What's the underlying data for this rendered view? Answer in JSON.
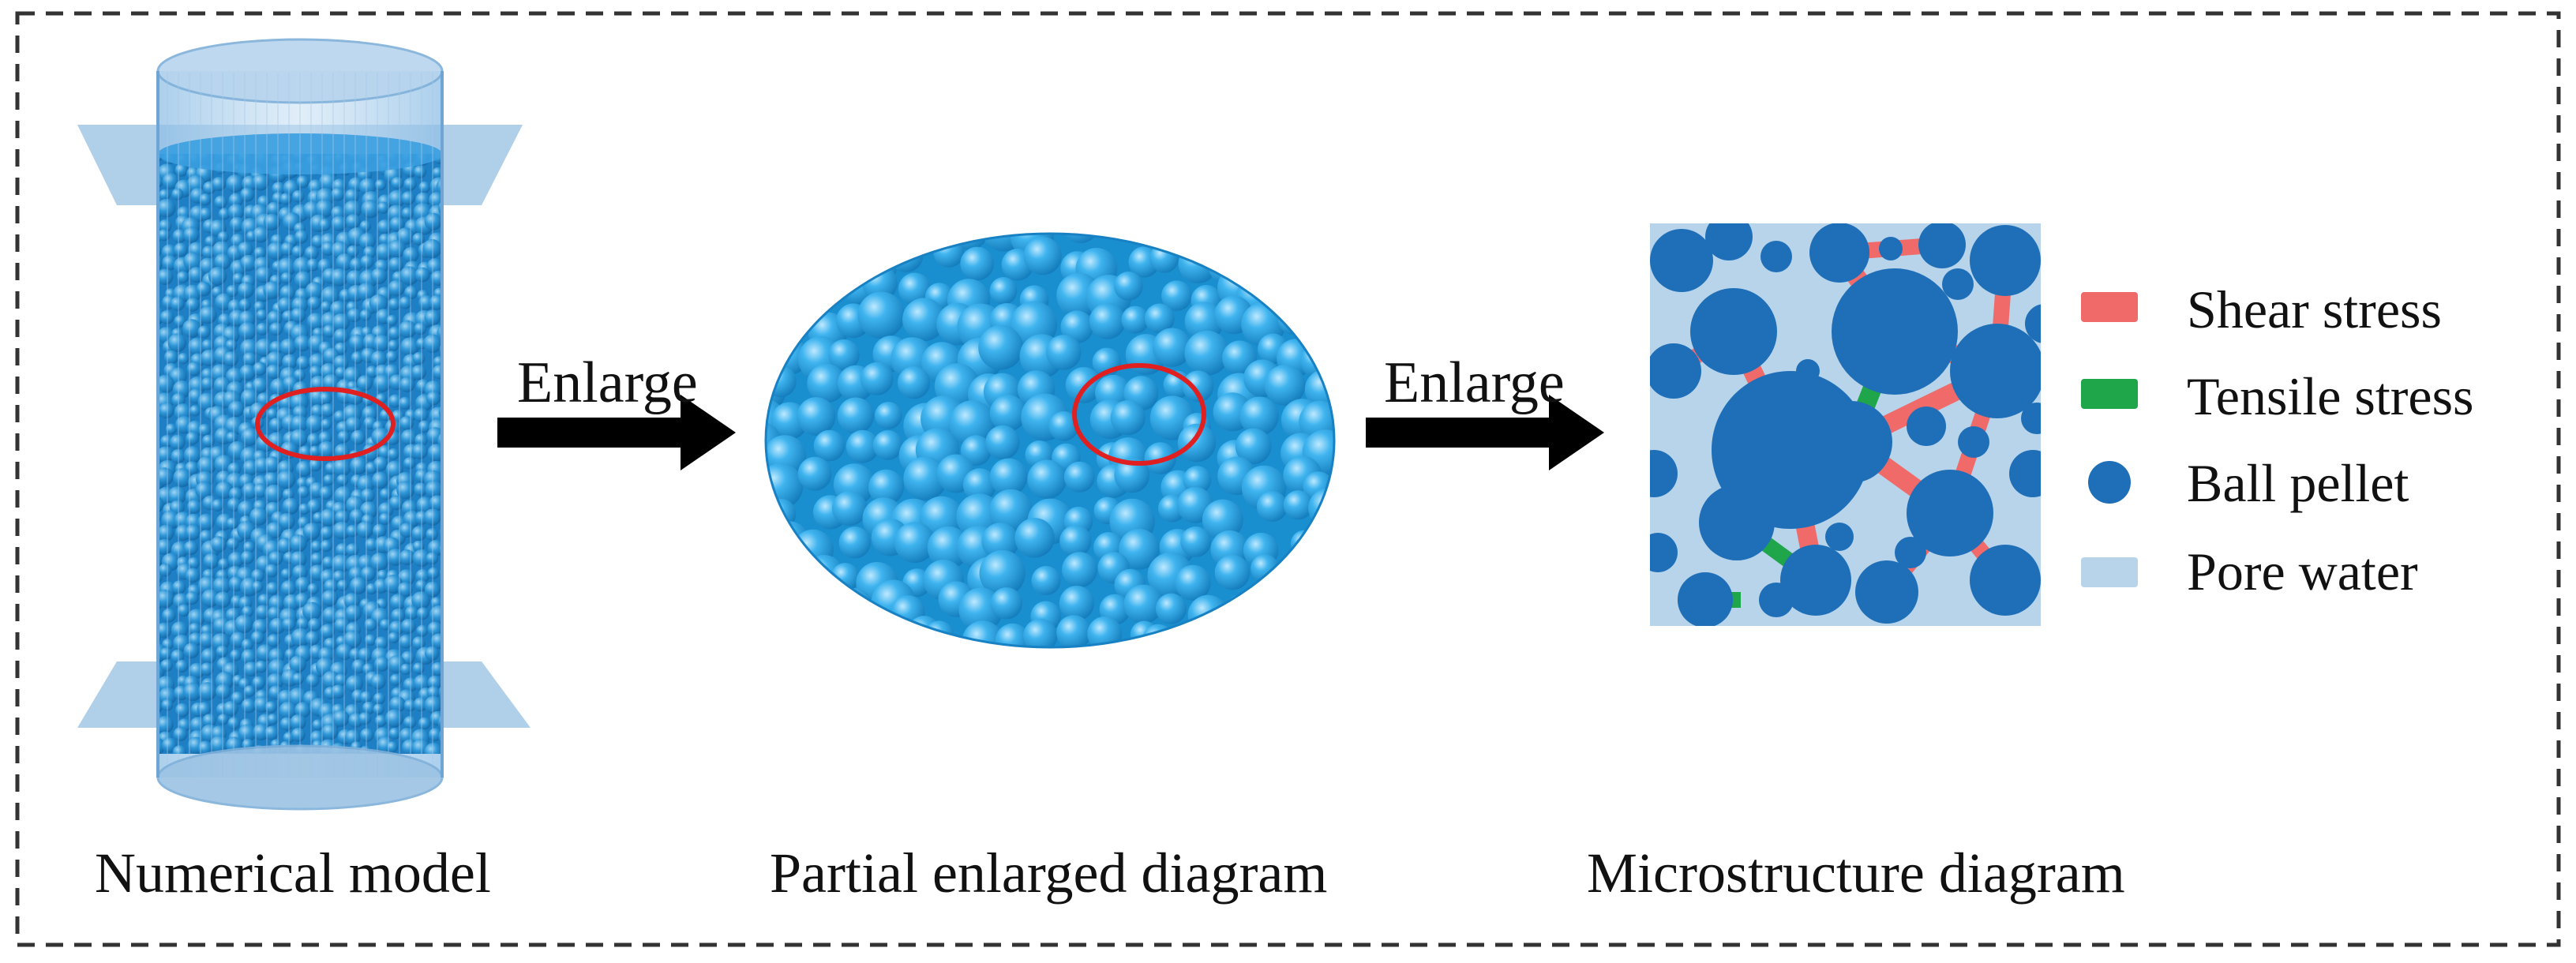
{
  "panels": {
    "numerical_model": {
      "caption": "Numerical model"
    },
    "partial_enlarged": {
      "caption": "Partial enlarged diagram"
    },
    "microstructure": {
      "caption": "Microstructure diagram"
    }
  },
  "arrows": [
    {
      "label": "Enlarge"
    },
    {
      "label": "Enlarge"
    }
  ],
  "legend": [
    {
      "label": "Shear stress",
      "color": "#f06a6a",
      "icon": "bar-swatch"
    },
    {
      "label": "Tensile stress",
      "color": "#1fa54a",
      "icon": "bar-swatch"
    },
    {
      "label": "Ball pellet",
      "color": "#1f6fb8",
      "icon": "circle-swatch"
    },
    {
      "label": "Pore water",
      "color": "#b8d4ea",
      "icon": "bar-swatch"
    }
  ],
  "colors": {
    "border": "#333333",
    "cylinder_fill": "#3a98dc",
    "cylinder_glass": "#aecde9",
    "highlight_ring": "#e02020",
    "particle": "#2aa8e8",
    "pellet": "#1f6fb8",
    "pore_water": "#b8d4ea",
    "shear": "#f06a6a",
    "tensile": "#1fa54a",
    "arrow": "#000000"
  }
}
